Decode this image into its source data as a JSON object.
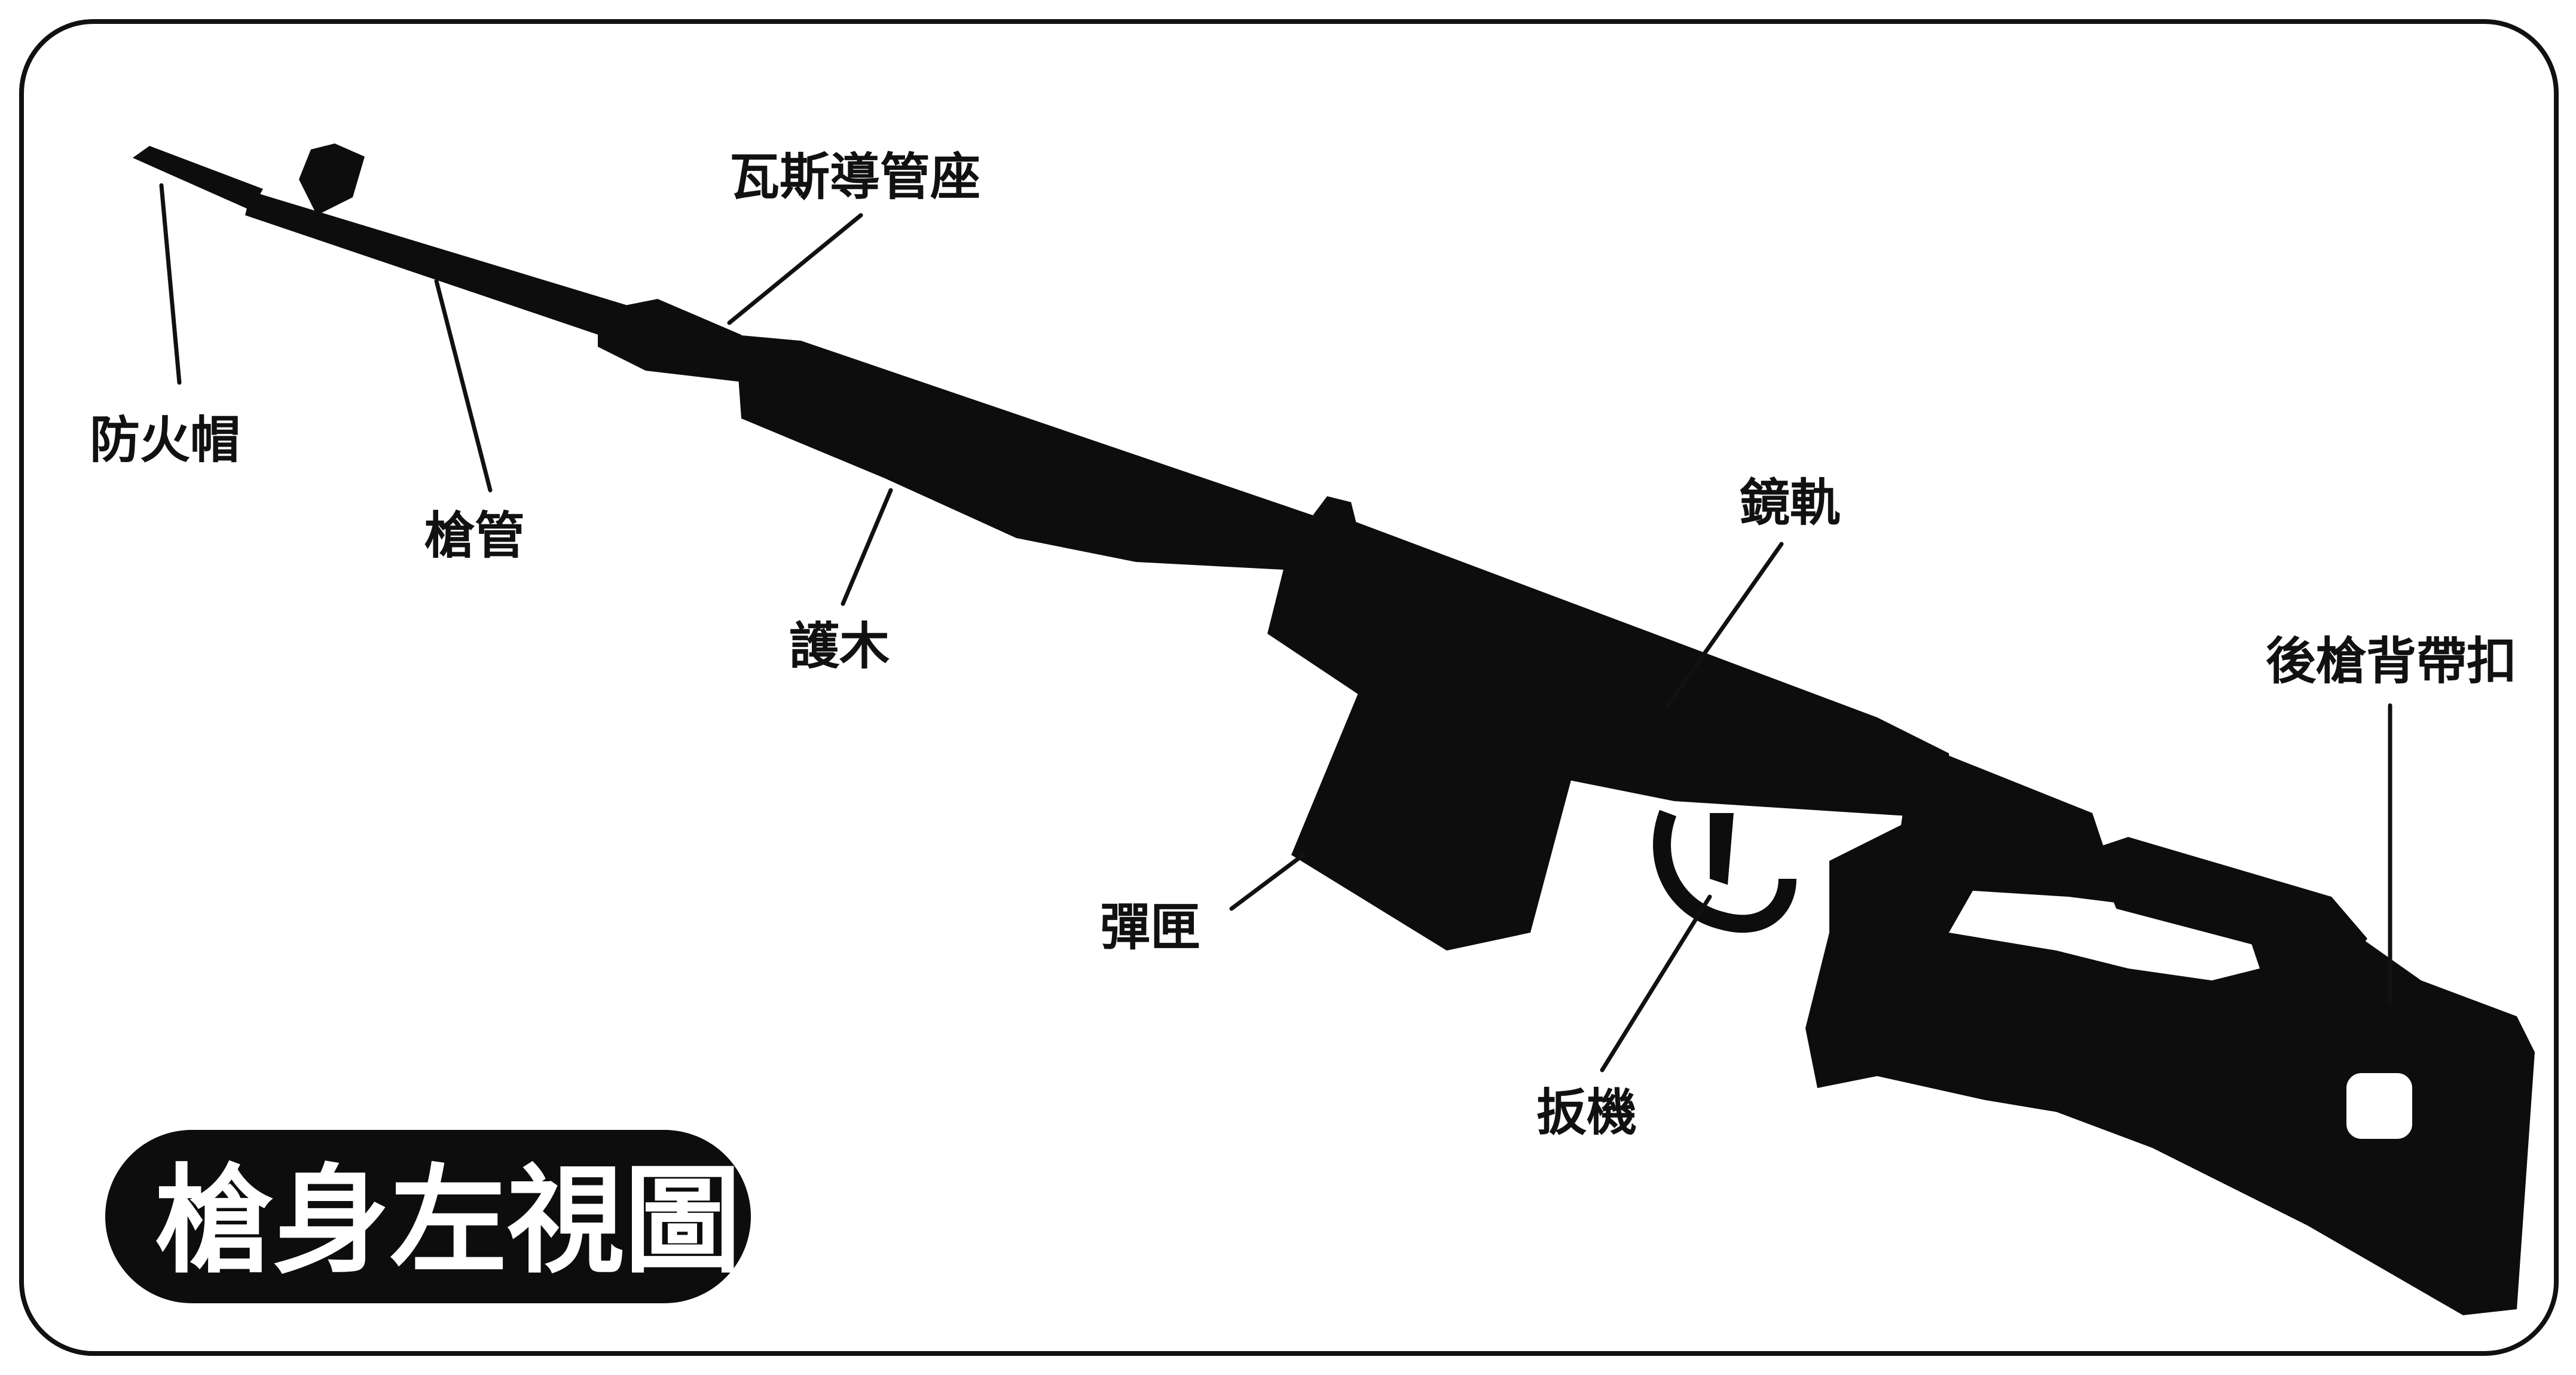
{
  "title": "槍身左視圖",
  "labels": {
    "flash_hider": "防火帽",
    "barrel": "槍管",
    "gas_tube_mount": "瓦斯導管座",
    "handguard": "護木",
    "scope_rail": "鏡軌",
    "magazine": "彈匣",
    "trigger": "扳機",
    "rear_sling_swivel": "後槍背帶扣"
  },
  "colors": {
    "ink": "#0d0d0d",
    "frame": "#111111",
    "background": "#ffffff",
    "title_text": "#ffffff"
  }
}
